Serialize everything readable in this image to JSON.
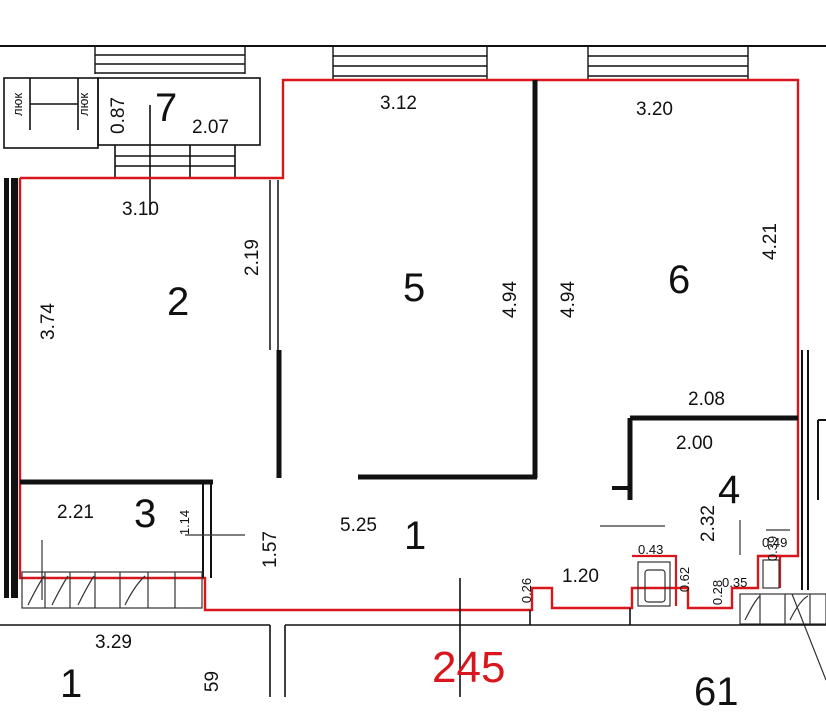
{
  "colors": {
    "outline": "#d8161c",
    "wall": "#111111",
    "thin": "#555555"
  },
  "tags": {
    "lok_left": "люк",
    "lok_right": "люк"
  },
  "rooms": {
    "r1": "1",
    "r2": "2",
    "r3": "3",
    "r4": "4",
    "r5": "5",
    "r6": "6",
    "r7": "7",
    "below_left": "1",
    "below_right": "61"
  },
  "dims": {
    "d_087": "0.87",
    "d_207": "2.07",
    "d_310": "3.10",
    "d_312": "3.12",
    "d_320": "3.20",
    "d_219": "2.19",
    "d_374": "3.74",
    "d_494a": "4.94",
    "d_494b": "4.94",
    "d_421": "4.21",
    "d_208": "2.08",
    "d_200": "2.00",
    "d_221": "2.21",
    "d_114": "1.14",
    "d_157": "1.57",
    "d_525": "5.25",
    "d_232": "2.32",
    "d_043": "0.43",
    "d_039": "0.39",
    "d_049": "0.49",
    "d_026": "0.26",
    "d_120": "1.20",
    "d_062": "0.62",
    "d_028": "0.28",
    "d_035": "0.35",
    "d_329": "3.29",
    "d_59": "59"
  },
  "apartment_number": "245"
}
